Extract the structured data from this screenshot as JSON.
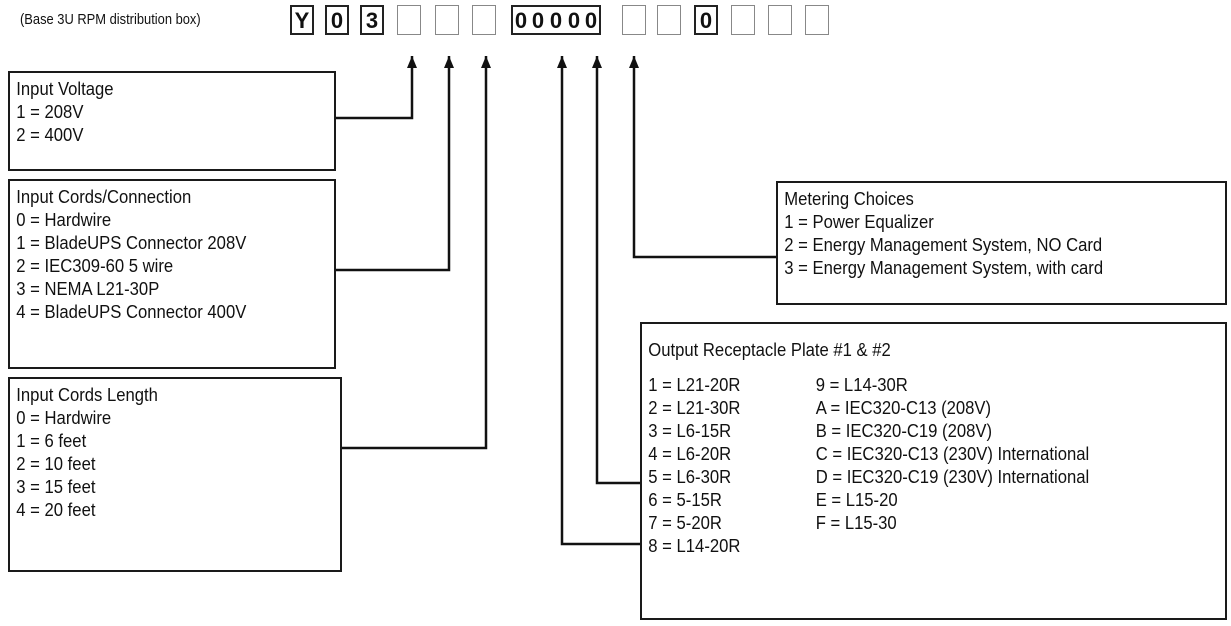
{
  "caption": "(Base 3U RPM distribution box)",
  "model_code": [
    "Y",
    "0",
    "3",
    "",
    "",
    "",
    "0",
    "0",
    "0",
    "0",
    "0",
    "",
    "",
    "0",
    "",
    "",
    ""
  ],
  "input_voltage": {
    "title": "Input Voltage",
    "options": [
      "1 = 208V",
      "2 = 400V"
    ]
  },
  "input_cords_connection": {
    "title": "Input Cords/Connection",
    "options": [
      "0 = Hardwire",
      "1 = BladeUPS Connector 208V",
      "2 = IEC309-60 5 wire",
      "3 = NEMA L21-30P",
      "4 = BladeUPS Connector 400V"
    ]
  },
  "input_cords_length": {
    "title": "Input Cords Length",
    "options": [
      "0 = Hardwire",
      "1 = 6 feet",
      "2 = 10 feet",
      "3 = 15 feet",
      "4 = 20 feet"
    ]
  },
  "metering_choices": {
    "title": "Metering Choices",
    "options": [
      "1 = Power Equalizer",
      "2 = Energy Management System, NO Card",
      "3 = Energy Management System, with card"
    ]
  },
  "output_receptacle": {
    "title": "Output Receptacle Plate #1 & #2",
    "left_options": [
      "1 = L21-20R",
      "2 = L21-30R",
      "3 = L6-15R",
      "4 = L6-20R",
      "5 = L6-30R",
      "6 = 5-15R",
      "7 = 5-20R",
      "8 = L14-20R"
    ],
    "right_options": [
      "9 = L14-30R",
      "A = IEC320-C13 (208V)",
      "B = IEC320-C19 (208V)",
      "C = IEC320-C13 (230V) International",
      "D = IEC320-C19 (230V) International",
      "E = L15-20",
      "F = L15-30"
    ]
  }
}
